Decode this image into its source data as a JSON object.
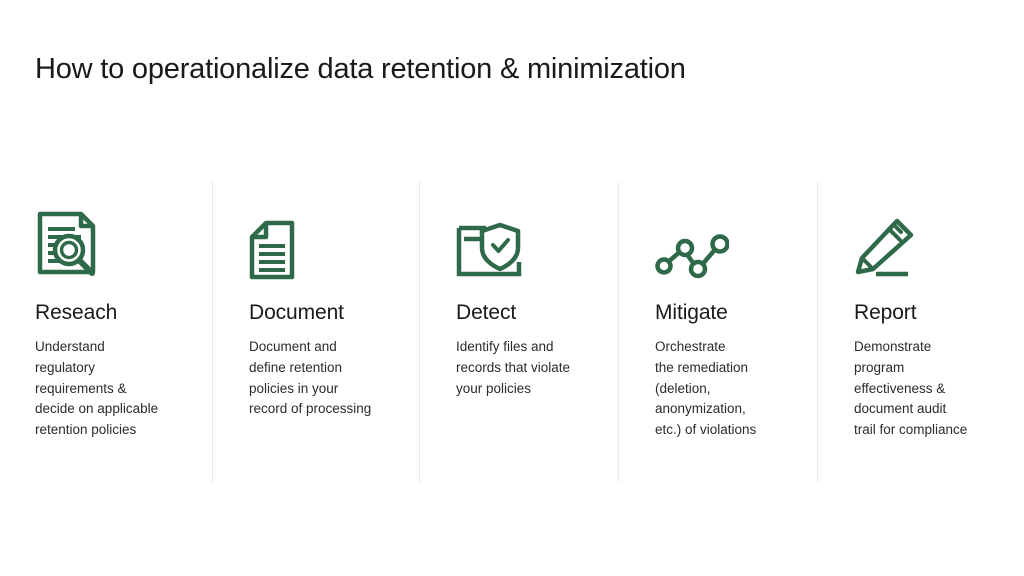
{
  "slide": {
    "title": "How to operationalize data retention & minimization",
    "background_color": "#ffffff",
    "accent_color": "#2e6a49",
    "divider_color": "#e9e9ea",
    "title_color": "#1a1a1a",
    "body_color": "#2b2b2b"
  },
  "steps": [
    {
      "icon": "document-magnifier-icon",
      "heading": "Reseach",
      "body": "Understand\nregulatory\nrequirements &\ndecide on applicable\nretention policies"
    },
    {
      "icon": "document-lines-icon",
      "heading": "Document",
      "body": "Document and\ndefine retention\npolicies in your\nrecord of processing"
    },
    {
      "icon": "document-shield-check-icon",
      "heading": "Detect",
      "body": "Identify files and\nrecords that violate\nyour policies"
    },
    {
      "icon": "node-graph-icon",
      "heading": "Mitigate",
      "body": "Orchestrate\nthe remediation\n(deletion,\nanonymization,\n etc.) of violations"
    },
    {
      "icon": "pencil-underline-icon",
      "heading": "Report",
      "body": "Demonstrate\nprogram\neffectiveness &\ndocument audit\ntrail for compliance"
    }
  ]
}
